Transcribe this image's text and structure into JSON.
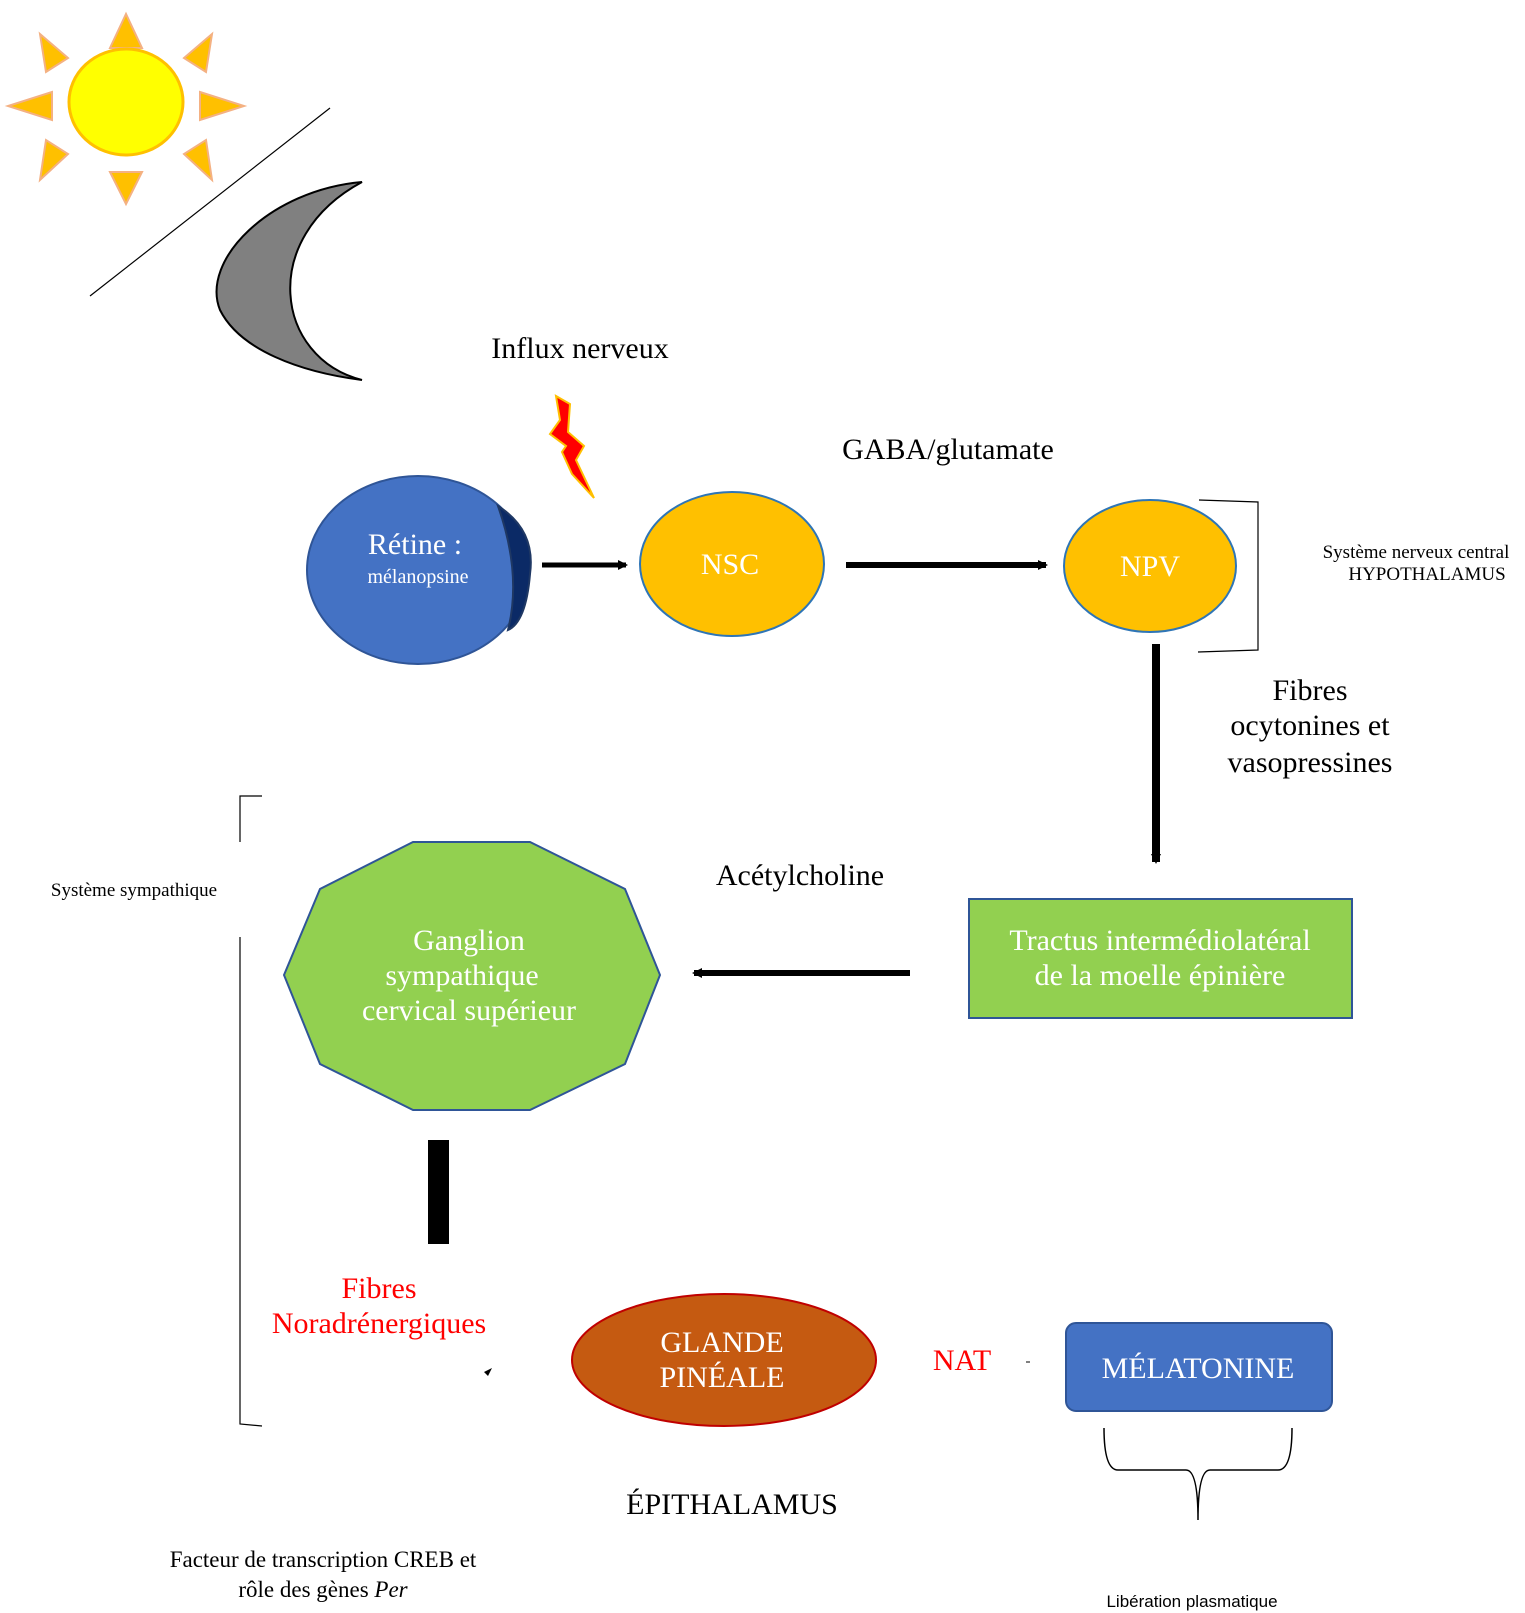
{
  "labels": {
    "influx": "Influx nerveux",
    "gaba": "GABA/glutamate",
    "retine_title": "Rétine :",
    "retine_sub": "mélanopsine",
    "nsc": "NSC",
    "npv": "NPV",
    "snc_line1": "Système nerveux central",
    "snc_line2": "HYPOTHALAMUS",
    "fibres_oxy_1": "Fibres",
    "fibres_oxy_2": "ocytonines et",
    "fibres_oxy_3": "vasopressines",
    "acetylcholine": "Acétylcholine",
    "tractus_1": "Tractus intermédiolatéral",
    "tractus_2": "de la moelle épinière",
    "systeme_sympathique": "Système sympathique",
    "ganglion_1": "Ganglion",
    "ganglion_2": "sympathique",
    "ganglion_3": "cervical supérieur",
    "fibres_nor_1": "Fibres",
    "fibres_nor_2": "Noradrénergiques",
    "glande_1": "GLANDE",
    "glande_2": "PINÉALE",
    "nat": "NAT",
    "melatonine": "MÉLATONINE",
    "epithalamus": "ÉPITHALAMUS",
    "creb_1": "Facteur de transcription CREB et",
    "creb_2_prefix": "rôle des gènes ",
    "creb_2_italic": "Per",
    "liberation": "Libération plasmatique"
  },
  "colors": {
    "sun_fill": "#FFFF00",
    "sun_rays": "#FFC000",
    "sun_stroke": "#F4B183",
    "moon": "#808080",
    "retina": "#4472C4",
    "retina_dark": "#0B2A66",
    "nucleus": "#FFC000",
    "nucleus_stroke": "#2E75B6",
    "green": "#92D050",
    "green_stroke": "#2F5597",
    "pineal": "#C55A11",
    "pineal_stroke": "#C00000",
    "melatonin": "#4472C4",
    "red_text": "#FF0000",
    "lightning": "#FF0000",
    "lightning_edge": "#FFC000"
  },
  "icons": [
    "sun-icon",
    "moon-icon",
    "lightning-icon"
  ]
}
